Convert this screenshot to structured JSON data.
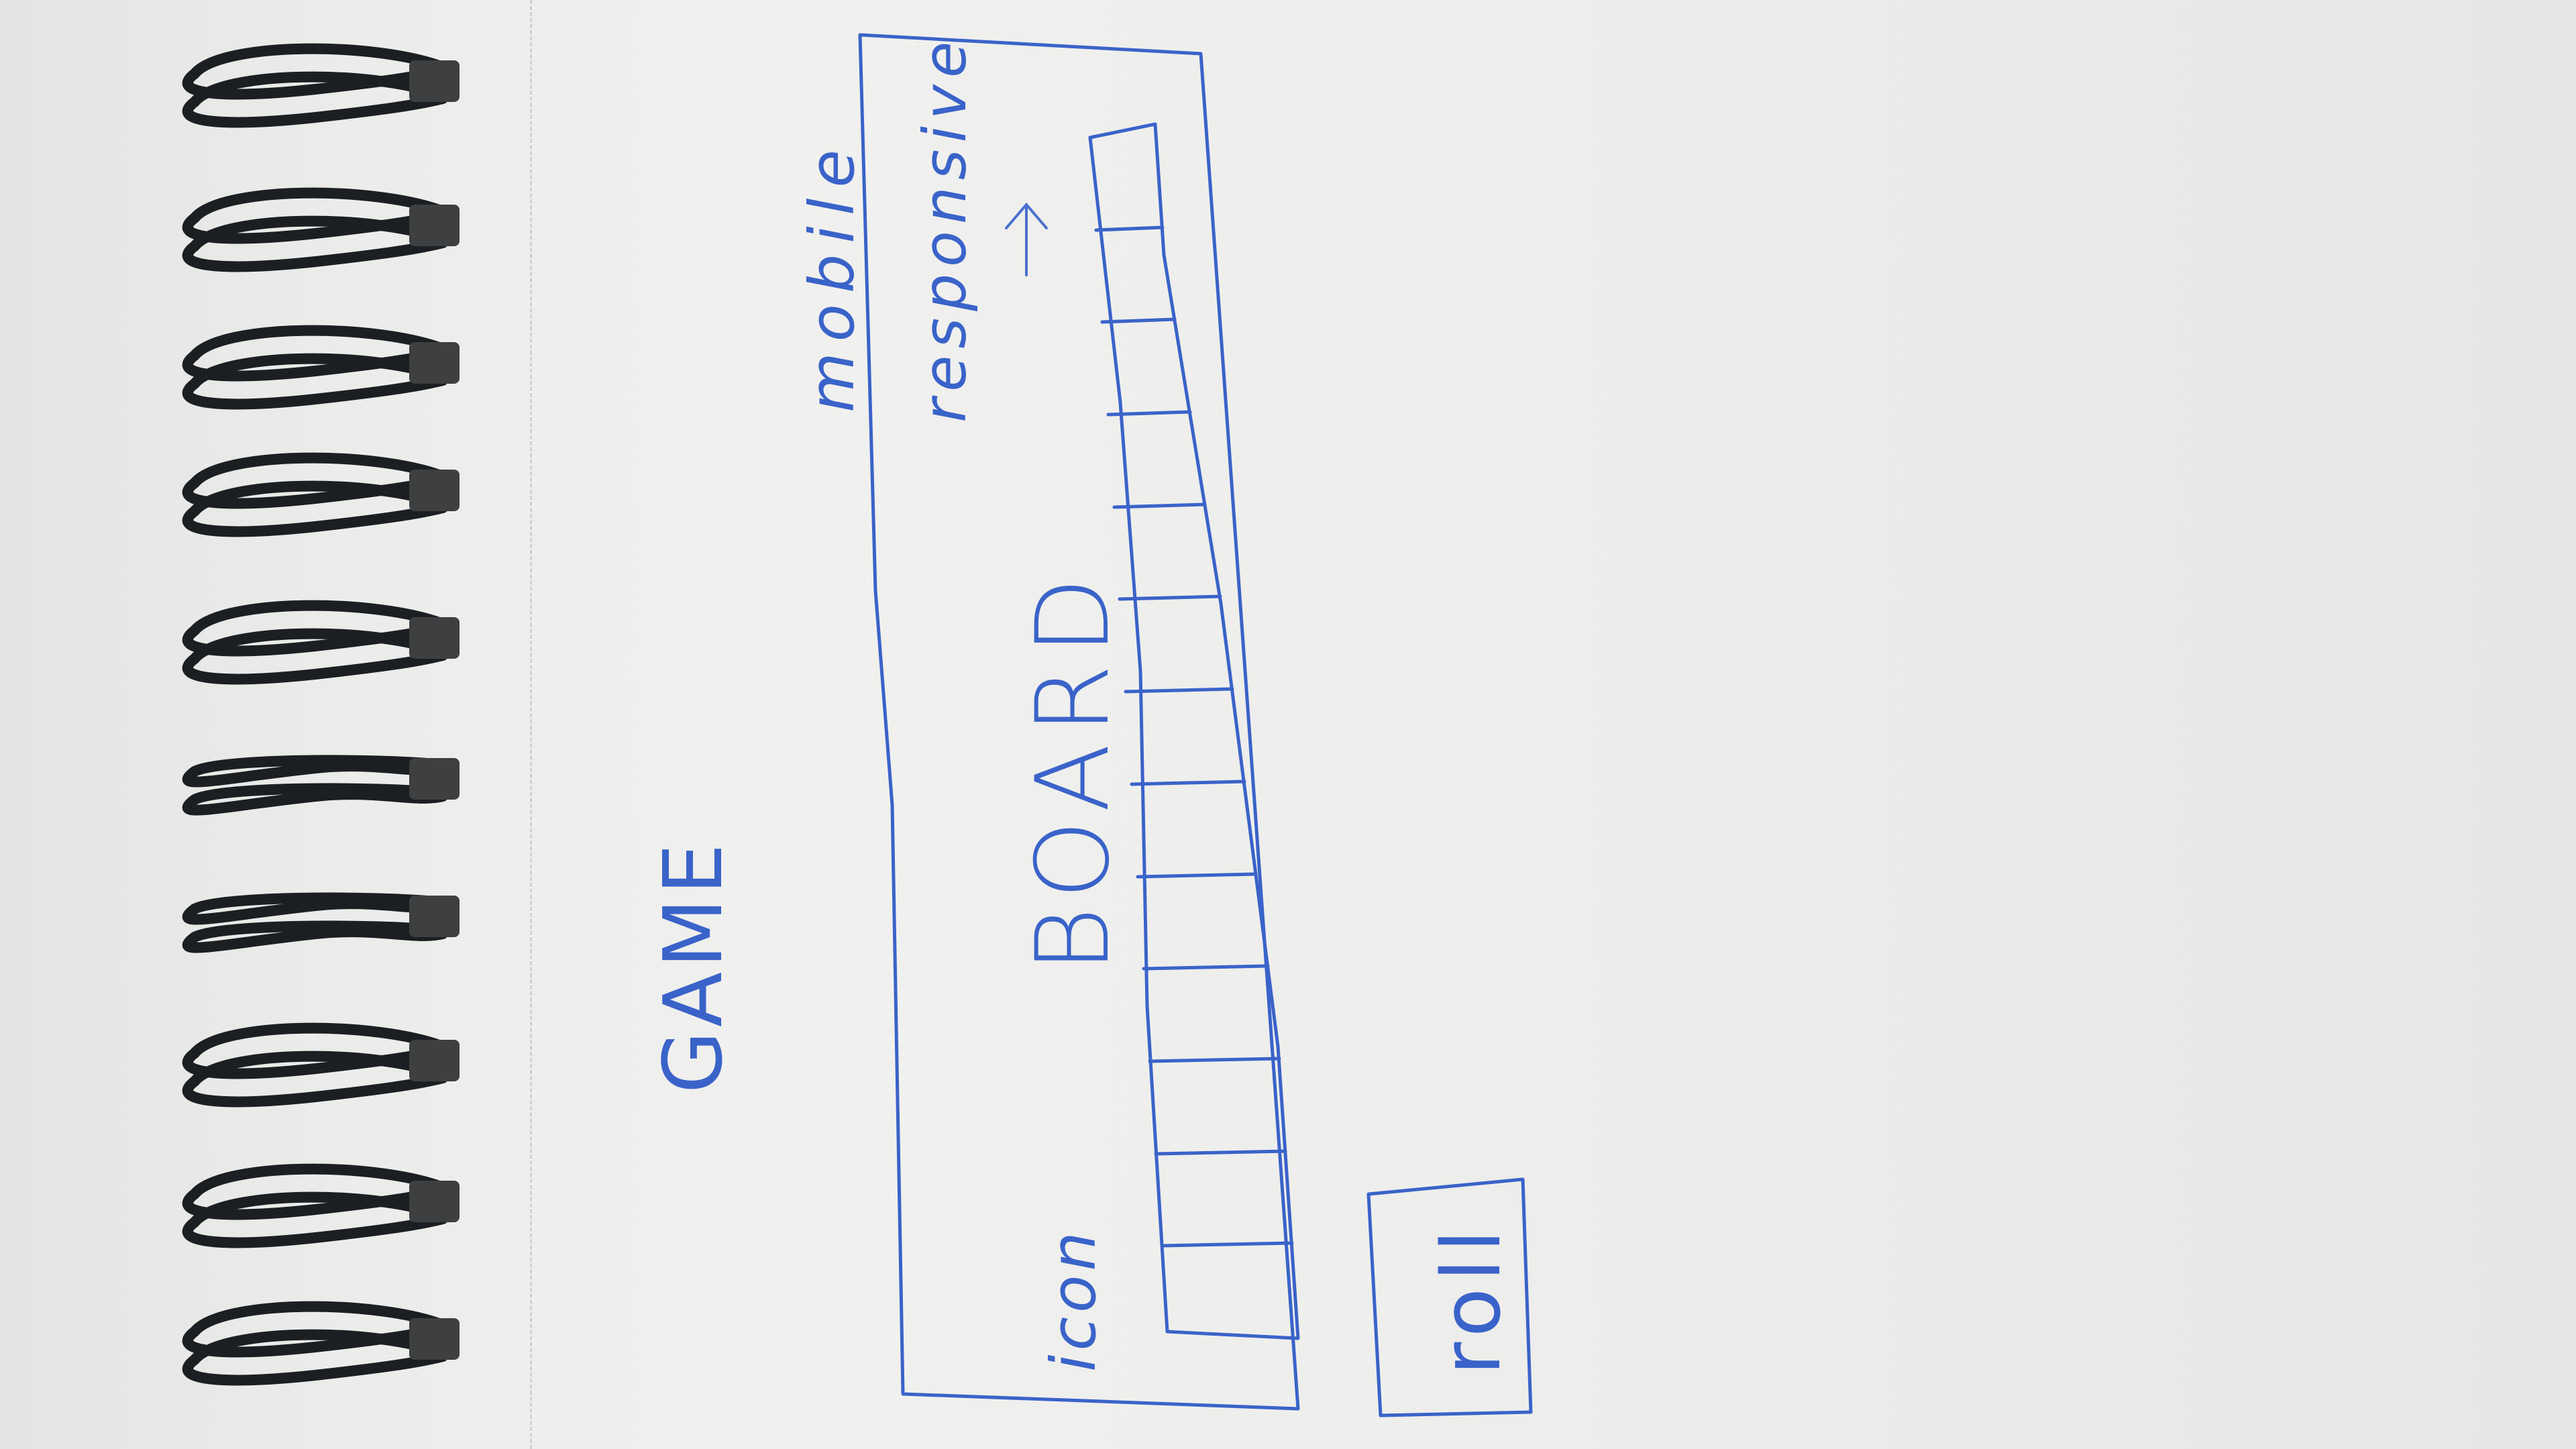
{
  "sketch": {
    "title": "GAME",
    "board_label": "BOARD",
    "mobile_label": "mobile",
    "responsive_label": "responsive",
    "arrow_glyph": "→",
    "icon_label": "icon",
    "roll_label": "roll",
    "ink_color": "#3a63c9",
    "paper_color": "#eeeeec",
    "spiral_color": "#1c1f22",
    "track_cell_count": 13
  }
}
